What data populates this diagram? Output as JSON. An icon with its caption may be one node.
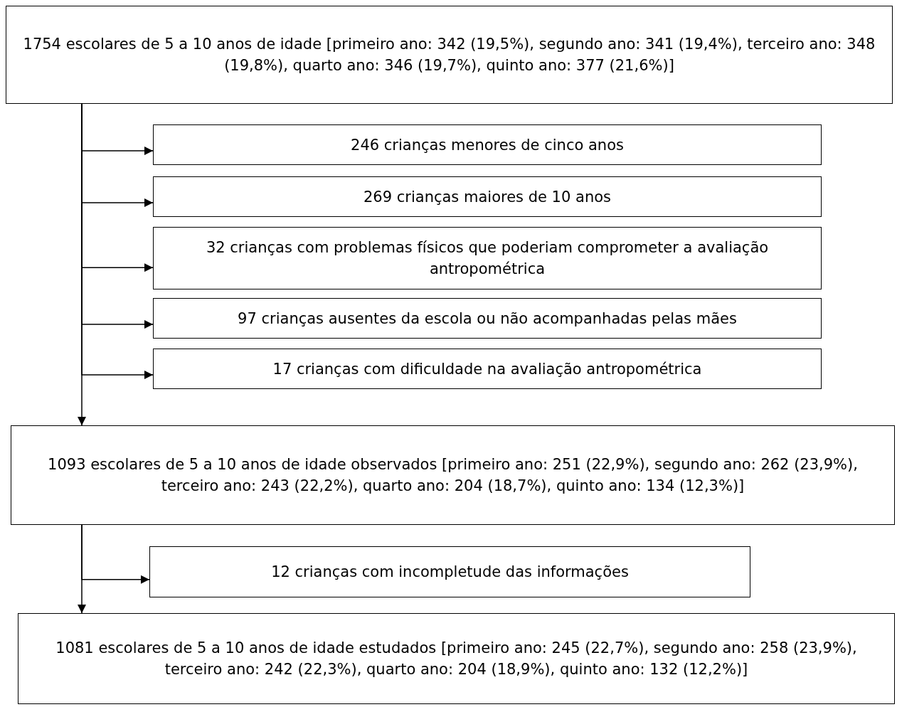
{
  "diagram": {
    "nodes": [
      {
        "text": [
          "1754 escolares de 5 a 10 anos de idade [primeiro ano: 342 (19,5%), segundo ano: 341 (19,4%), terceiro ano: 348 (19,8%), quarto ano: 346 (19,7%), quinto ano: 377 (21,6%)]"
        ]
      },
      {
        "text": [
          "246 crianças menores de cinco anos"
        ]
      },
      {
        "text": [
          "269 crianças maiores de 10 anos"
        ]
      },
      {
        "text": [
          "32 crianças com problemas físicos que poderiam comprometer a avaliação antropométrica"
        ]
      },
      {
        "text": [
          "97 crianças ausentes da escola ou não acompanhadas pelas mães"
        ]
      },
      {
        "text": [
          "17 crianças com dificuldade na avaliação antropométrica"
        ]
      },
      {
        "text": [
          "1093 escolares de 5 a 10 anos de idade observados [primeiro ano: 251 (22,9%), segundo ano: 262 (23,9%), terceiro ano: 243 (22,2%), quarto ano: 204 (18,7%), quinto ano: 134 (12,3%)]"
        ]
      },
      {
        "text": [
          "12 crianças com incompletude das informações"
        ]
      },
      {
        "text": [
          "1081 escolares de 5 a 10 anos de idade estudados [primeiro ano: 245 (22,7%), segundo ano: 258 (23,9%), terceiro ano: 242 (22,3%), quarto ano: 204 (18,9%), quinto ano: 132 (12,2%)]"
        ]
      }
    ],
    "edges": [
      {
        "from": 0,
        "to": 1,
        "arrow": "to"
      },
      {
        "from": 0,
        "to": 2,
        "arrow": "to"
      },
      {
        "from": 0,
        "to": 3,
        "arrow": "to"
      },
      {
        "from": 0,
        "to": 4,
        "arrow": "to"
      },
      {
        "from": 0,
        "to": 5,
        "arrow": "to"
      },
      {
        "from": 0,
        "to": 6,
        "arrow": "to"
      },
      {
        "from": 6,
        "to": 7,
        "arrow": "to"
      },
      {
        "from": 6,
        "to": 8,
        "arrow": "to"
      }
    ]
  }
}
